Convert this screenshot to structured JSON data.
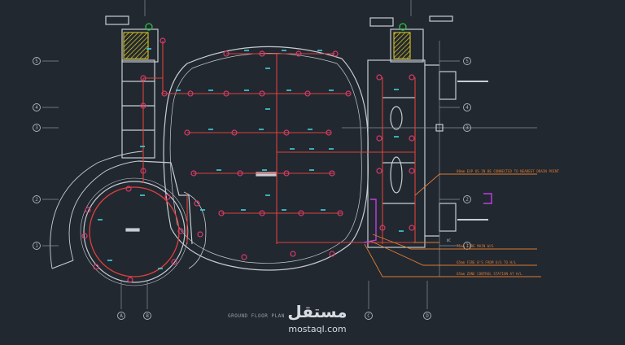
{
  "drawing": {
    "title": "GROUND FLOOR PLAN",
    "grid_rows": [
      "5",
      "4",
      "3",
      "2",
      "1"
    ],
    "grid_cols": [
      "A",
      "B",
      "C",
      "D"
    ],
    "notes": [
      "80mm EXP OS IN BE CONNECTED TO NEAREST DRAIN POINT",
      "75mm FIRE MAIN W/G",
      "65mm FIRE B'S FROM U/G TO H/L",
      "65mm ZONE CONTROL STATION AT H/L"
    ],
    "small_label": "UC"
  },
  "watermark": {
    "arabic": "مستقل",
    "latin": "mostaql.com"
  },
  "colors": {
    "background": "#212830",
    "walls": "#c8cdd2",
    "pipe": "#e0403c",
    "hatch": "#e8d020",
    "sprinkler": "#d83a6a",
    "annotation_line": "#e07a30",
    "riser": "#c040e0"
  }
}
